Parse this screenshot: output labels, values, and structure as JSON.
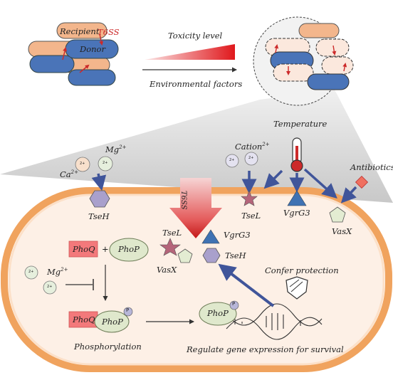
{
  "top": {
    "recipient": "Recipient",
    "donor": "Donor",
    "t6ss": "T6SS",
    "toxicity": "Toxicity level",
    "environmental": "Environmental factors",
    "temperature": "Temperature"
  },
  "ions": {
    "mg": "Mg",
    "mg_sup": "2+",
    "ca": "Ca",
    "ca_sup": "2+",
    "cation": "Cation",
    "cation_sup": "2+",
    "bead": "2+"
  },
  "effectors": {
    "tseh": "TseH",
    "tsel": "TseL",
    "vgrg3": "VgrG3",
    "vasx": "VasX",
    "antibiotics": "Antibiotics"
  },
  "cell": {
    "t6ss_inside": "T6SS",
    "phoq": "PhoQ",
    "phop": "PhoP",
    "plus": "+",
    "p": "P",
    "phosphorylation": "Phosphorylation",
    "confer": "Confer protection",
    "regulate": "Regulate gene expression for survival"
  },
  "colors": {
    "orange_cell": "#f0a35e",
    "blue_cell": "#4a74b8",
    "arrow_blue": "#40559a",
    "red": "#cc2a2a",
    "phop_green": "#dfe8cc",
    "phoq_pink": "#f3797b"
  }
}
